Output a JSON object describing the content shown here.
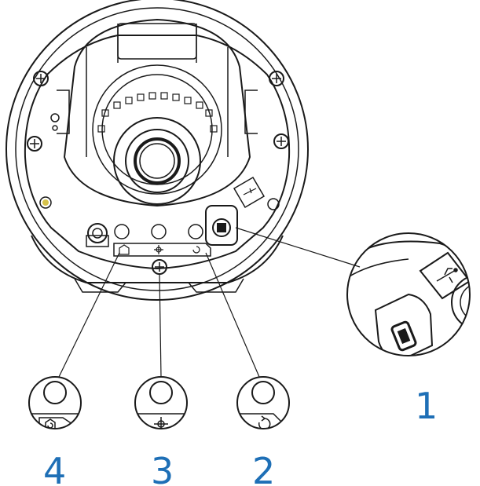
{
  "colors": {
    "line": "#1a1a1a",
    "callout": "#1e6fb6",
    "highlight": "#d6c24a",
    "background": "#ffffff"
  },
  "callouts": [
    {
      "label": "1",
      "icon": "usb-icon"
    },
    {
      "label": "2",
      "icon": "reboot-icon"
    },
    {
      "label": "3",
      "icon": "focus-crosshair-icon"
    },
    {
      "label": "4",
      "icon": "factory-reset-icon"
    }
  ]
}
